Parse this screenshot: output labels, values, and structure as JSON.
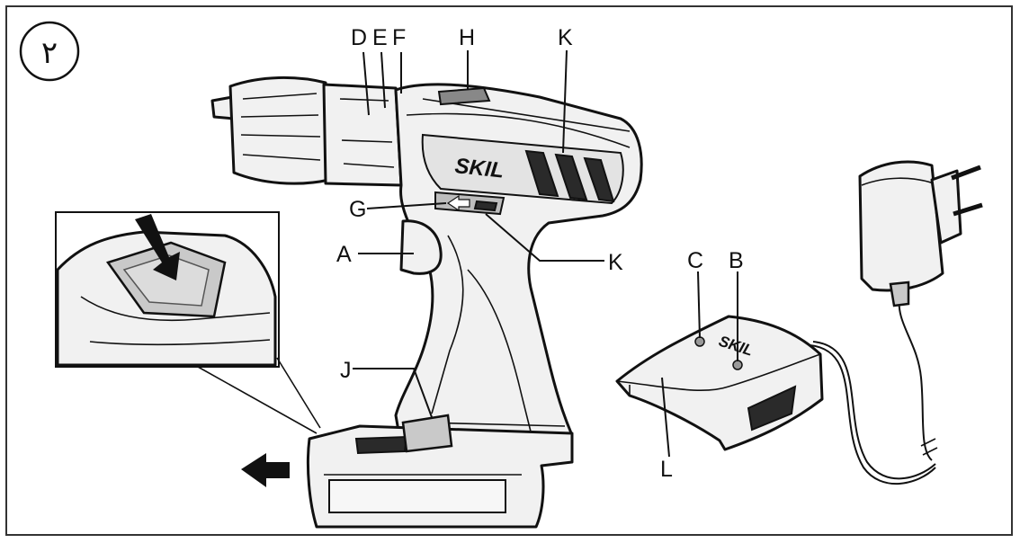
{
  "figure": {
    "number_badge": "٢"
  },
  "brand_marks": {
    "drill": "SKIL",
    "charger": "SKIL"
  },
  "labels": {
    "A": "A",
    "B": "B",
    "C": "C",
    "D": "D",
    "E": "E",
    "F": "F",
    "G": "G",
    "H": "H",
    "J": "J",
    "K_top": "K",
    "K_mid": "K",
    "L": "L"
  },
  "icons": {
    "battery_release_arrow": "arrow-left-icon",
    "press_arrow": "arrow-down-icon",
    "direction_symbol": "double-arrow-icon"
  }
}
